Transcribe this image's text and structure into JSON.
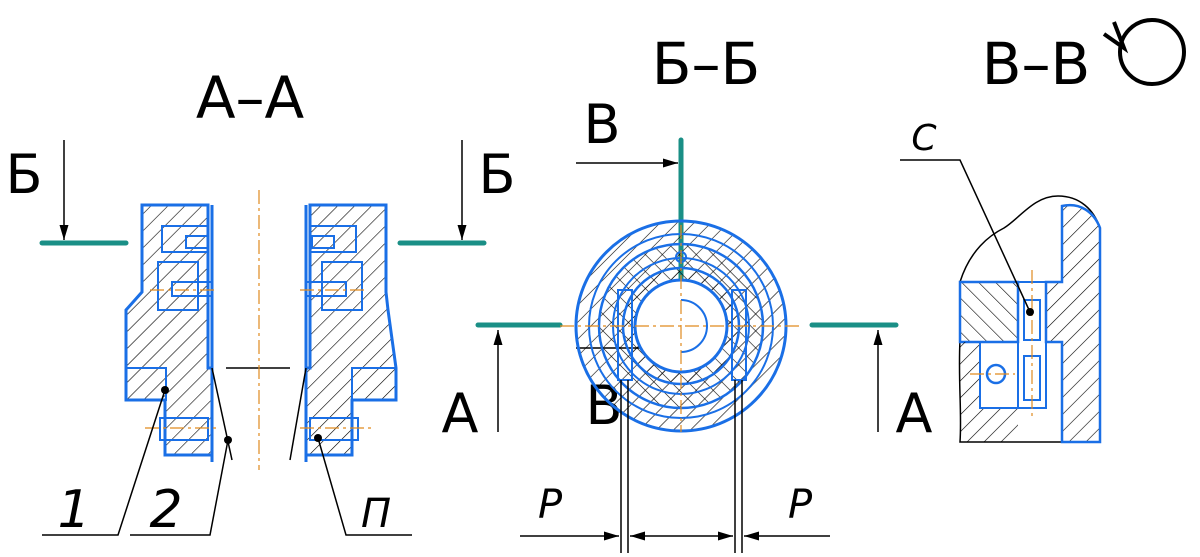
{
  "labels": {
    "section_aa": "А–А",
    "section_bb": "Б–Б",
    "section_vv": "В–В",
    "cut_b_left": "Б",
    "cut_b_right": "Б",
    "cut_a_left": "А",
    "cut_a_right": "А",
    "cut_v_top": "В",
    "cut_v_bottom": "В",
    "leader_1": "1",
    "leader_2": "2",
    "leader_p": "П",
    "leader_c": "С",
    "dim_p_left": "Р",
    "dim_p_right": "Р"
  },
  "colors": {
    "outline": "#1a6fe6",
    "cut_line": "#1a8f86",
    "center_line": "#e08a1e",
    "ink": "#000000"
  }
}
